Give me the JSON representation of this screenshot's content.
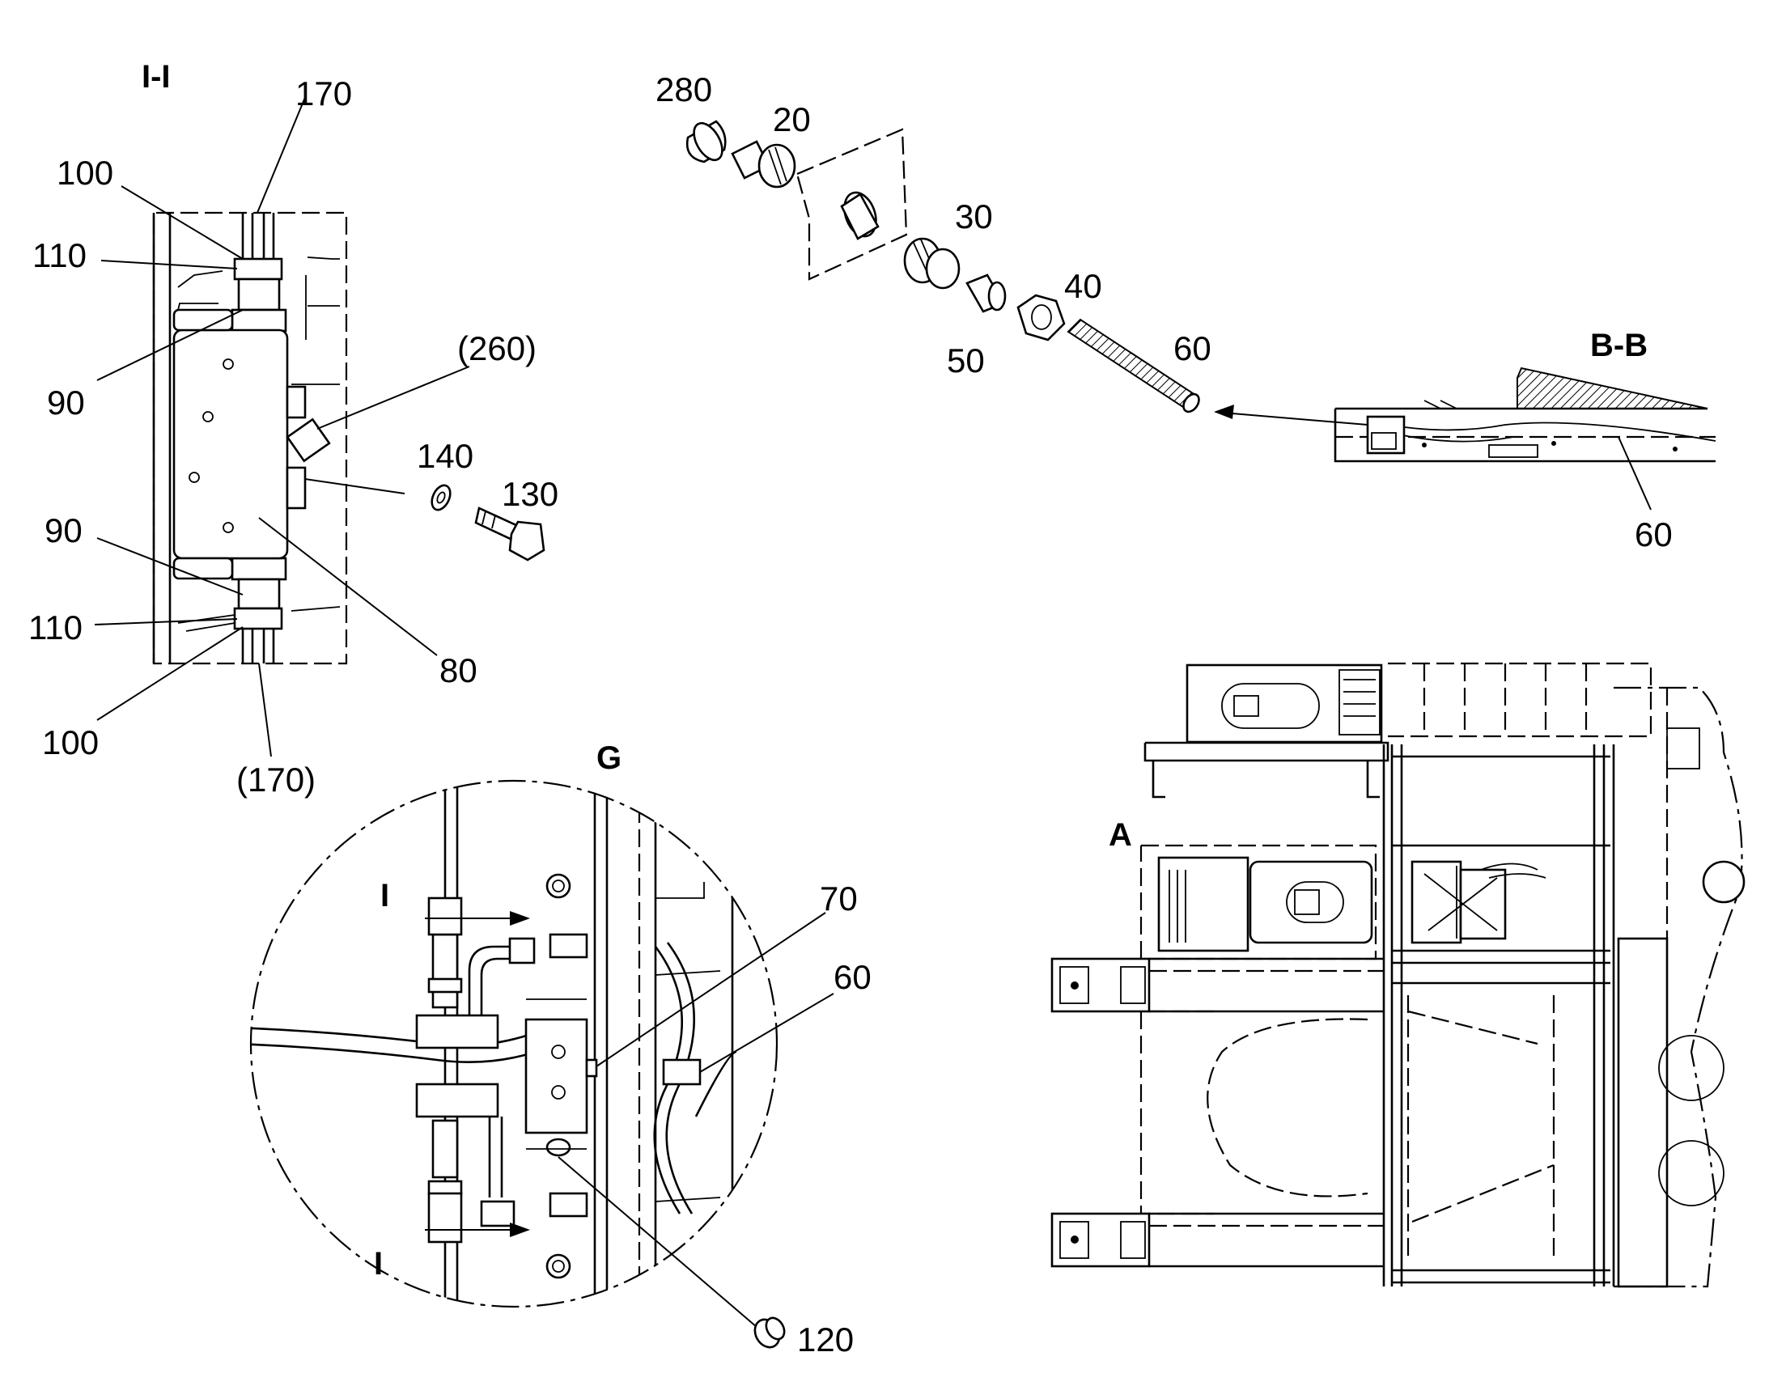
{
  "views": {
    "ii": {
      "title": "I-I"
    },
    "bb": {
      "title": "B-B"
    },
    "g": {
      "title": "G"
    },
    "a": {
      "title": "A"
    }
  },
  "section_marks": {
    "upper": "I",
    "lower": "I"
  },
  "callouts": {
    "c170": "170",
    "c100_top": "100",
    "c110_top": "110",
    "c90_top": "90",
    "c260": "(260)",
    "c140": "140",
    "c130": "130",
    "c90_bottom": "90",
    "c110_bottom": "110",
    "c80": "80",
    "c100_bottom": "100",
    "c170_paren": "(170)",
    "c280": "280",
    "c20": "20",
    "c30": "30",
    "c40": "40",
    "c50": "50",
    "c60_exploded": "60",
    "c60_bb": "60",
    "c70": "70",
    "c60_g": "60",
    "c120": "120"
  }
}
